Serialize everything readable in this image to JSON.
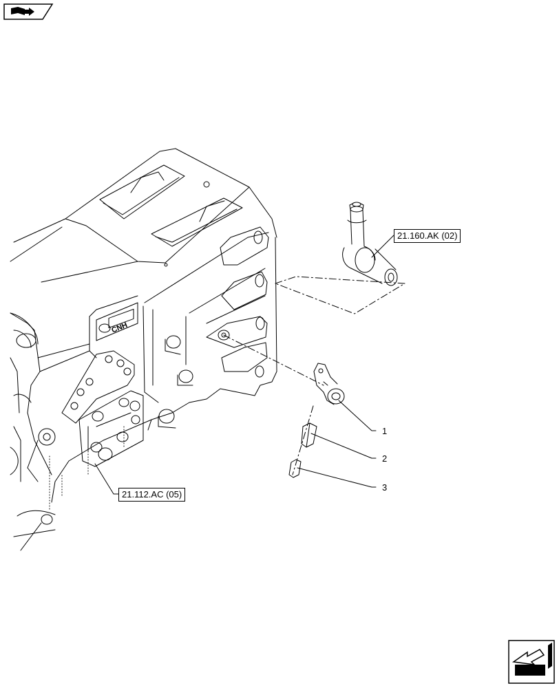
{
  "references": {
    "hydraulic_pipe": "21.160.AK (02)",
    "transmission_housing": "21.112.AC (05)"
  },
  "callouts": [
    "1",
    "2",
    "3"
  ],
  "housing_logo_text": "CNH",
  "icons": {
    "top_left": "book-arrow-icon",
    "bottom_right": "next-page-arrow-icon"
  },
  "colors": {
    "line": "#000000",
    "background": "#ffffff"
  }
}
